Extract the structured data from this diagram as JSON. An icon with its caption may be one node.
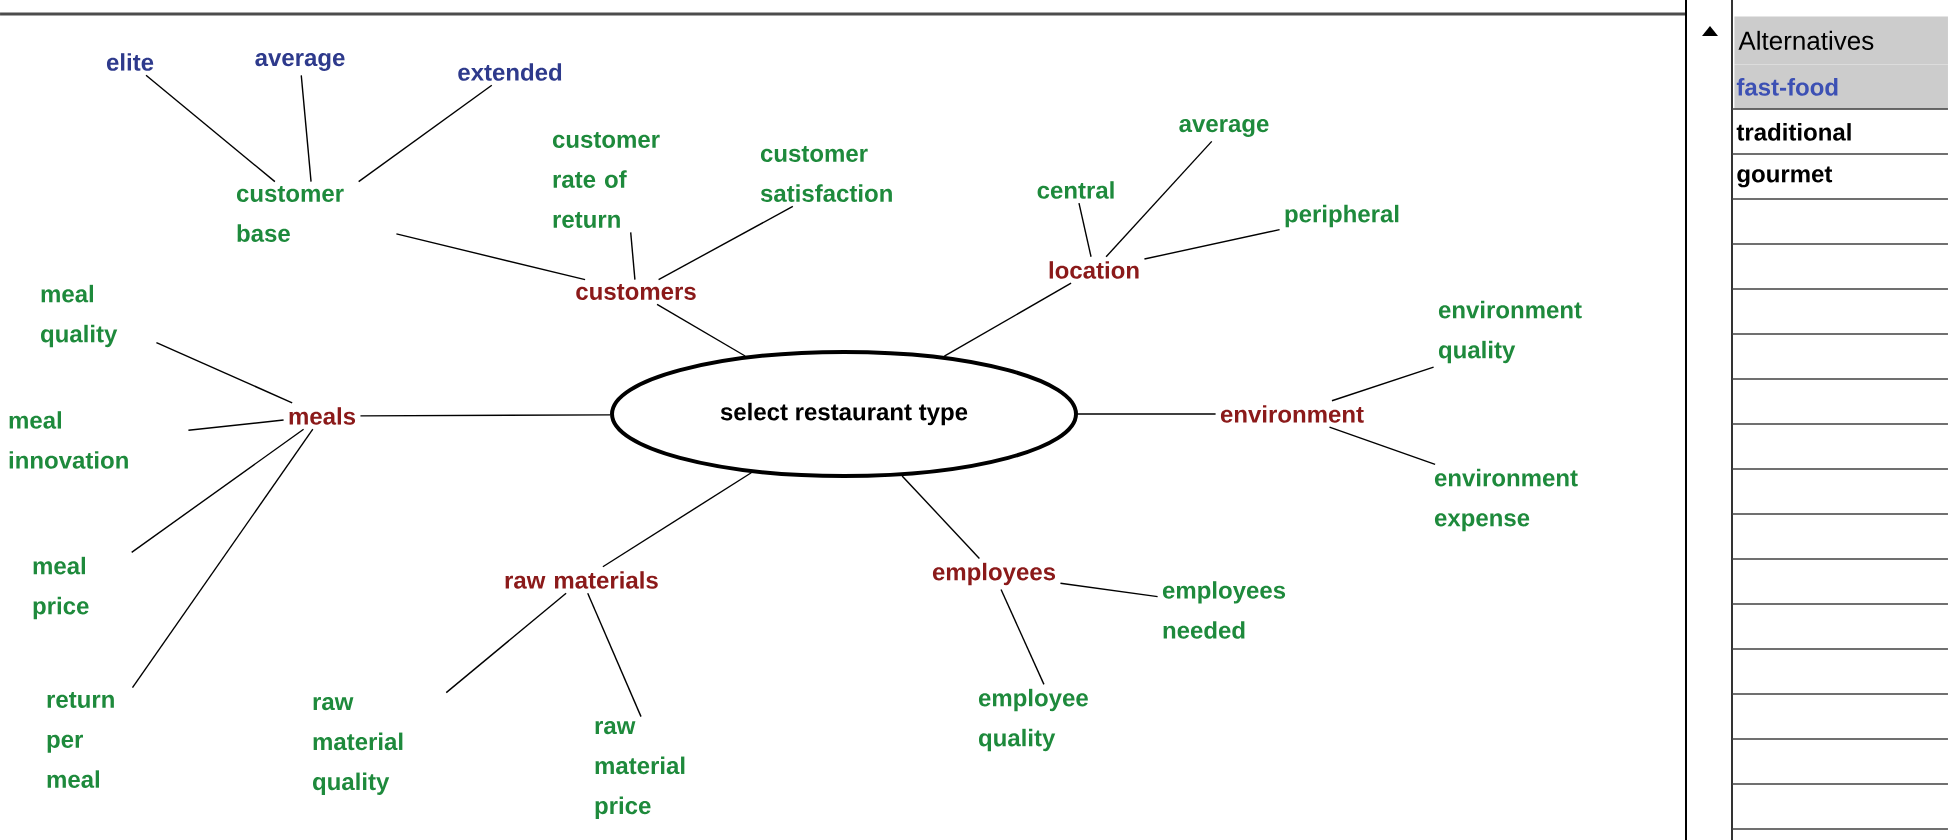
{
  "diagram": {
    "nodes": [
      {
        "text": [
          "select restaurant type"
        ]
      },
      {
        "text": [
          "customers"
        ]
      },
      {
        "text": [
          "customer base"
        ]
      },
      {
        "text": [
          "elite"
        ]
      },
      {
        "text": [
          "average"
        ]
      },
      {
        "text": [
          "extended"
        ]
      },
      {
        "text": [
          "customer rate of return"
        ]
      },
      {
        "text": [
          "customer satisfaction"
        ]
      },
      {
        "text": [
          "location"
        ]
      },
      {
        "text": [
          "central"
        ]
      },
      {
        "text": [
          "average"
        ]
      },
      {
        "text": [
          "peripheral"
        ]
      },
      {
        "text": [
          "environment"
        ]
      },
      {
        "text": [
          "environment quality"
        ]
      },
      {
        "text": [
          "environment expense"
        ]
      },
      {
        "text": [
          "employees"
        ]
      },
      {
        "text": [
          "employees needed"
        ]
      },
      {
        "text": [
          "employee quality"
        ]
      },
      {
        "text": [
          "raw materials"
        ]
      },
      {
        "text": [
          "raw material quality"
        ]
      },
      {
        "text": [
          "raw material price"
        ]
      },
      {
        "text": [
          "meals"
        ]
      },
      {
        "text": [
          "meal quality"
        ]
      },
      {
        "text": [
          "meal innovation"
        ]
      },
      {
        "text": [
          "meal price"
        ]
      },
      {
        "text": [
          "return per meal"
        ]
      }
    ],
    "edges": [
      {
        "from": 1,
        "to": 0,
        "arrow": "none"
      },
      {
        "from": 2,
        "to": 1,
        "arrow": "none"
      },
      {
        "from": 3,
        "to": 2,
        "arrow": "none"
      },
      {
        "from": 4,
        "to": 2,
        "arrow": "none"
      },
      {
        "from": 5,
        "to": 2,
        "arrow": "none"
      },
      {
        "from": 6,
        "to": 1,
        "arrow": "none"
      },
      {
        "from": 7,
        "to": 1,
        "arrow": "none"
      },
      {
        "from": 8,
        "to": 0,
        "arrow": "none"
      },
      {
        "from": 9,
        "to": 8,
        "arrow": "none"
      },
      {
        "from": 10,
        "to": 8,
        "arrow": "none"
      },
      {
        "from": 11,
        "to": 8,
        "arrow": "none"
      },
      {
        "from": 12,
        "to": 0,
        "arrow": "none"
      },
      {
        "from": 13,
        "to": 12,
        "arrow": "none"
      },
      {
        "from": 14,
        "to": 12,
        "arrow": "none"
      },
      {
        "from": 15,
        "to": 0,
        "arrow": "none"
      },
      {
        "from": 16,
        "to": 15,
        "arrow": "none"
      },
      {
        "from": 17,
        "to": 15,
        "arrow": "none"
      },
      {
        "from": 18,
        "to": 0,
        "arrow": "none"
      },
      {
        "from": 19,
        "to": 18,
        "arrow": "none"
      },
      {
        "from": 20,
        "to": 18,
        "arrow": "none"
      },
      {
        "from": 21,
        "to": 0,
        "arrow": "none"
      },
      {
        "from": 22,
        "to": 21,
        "arrow": "none"
      },
      {
        "from": 23,
        "to": 21,
        "arrow": "none"
      },
      {
        "from": 24,
        "to": 21,
        "arrow": "none"
      },
      {
        "from": 25,
        "to": 21,
        "arrow": "none"
      }
    ],
    "labels": [
      "Alternatives",
      "fast-food",
      "traditional",
      "gourmet"
    ]
  }
}
